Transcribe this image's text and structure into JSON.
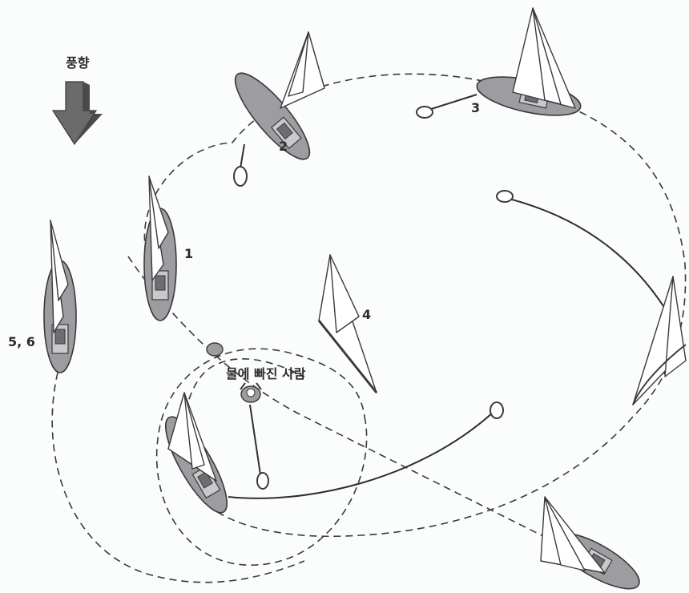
{
  "wind_label": "풍향",
  "person_label": "물에 빠진 사람",
  "positions": {
    "p1": "1",
    "p2": "2",
    "p3": "3",
    "p4": "4",
    "p56": "5, 6"
  },
  "colors": {
    "hull": "#9d9da1",
    "arrow": "#6b6b6b",
    "line": "#2e2e2e"
  }
}
